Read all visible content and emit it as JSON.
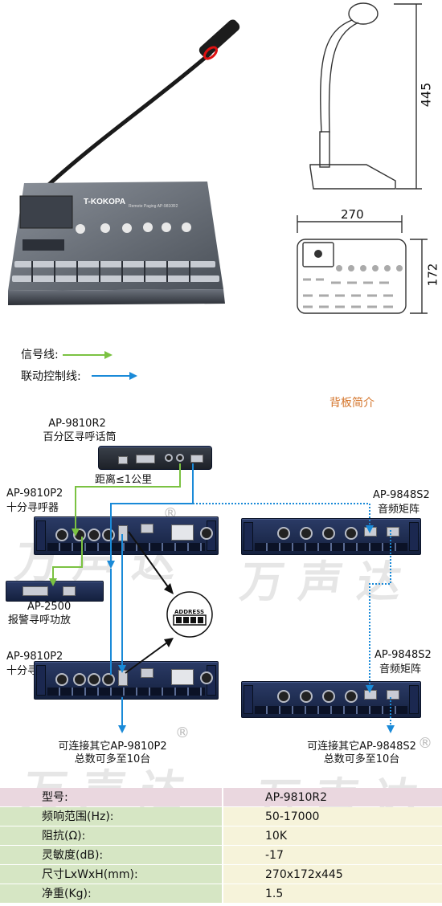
{
  "dimensions": {
    "height": "445",
    "width": "270",
    "depth": "172"
  },
  "legend": {
    "signal": "信号线:",
    "control": "联动控制线:"
  },
  "title": "背板简介",
  "devices": {
    "mic_model": "AP-9810R2",
    "mic_name": "百分区寻呼话筒",
    "distance": "距离≤1公里",
    "p2a_model": "AP-9810P2",
    "p2a_name": "十分寻呼器",
    "amp_model": "AP-2500",
    "amp_name": "报警寻呼功放",
    "p2b_model": "AP-9810P2",
    "p2b_name": "十分寻呼器",
    "s2a_model": "AP-9848S2",
    "s2a_name": "音频矩阵",
    "s2b_model": "AP-9848S2",
    "s2b_name": "音频矩阵",
    "address": "ADDRESS",
    "brand_label": "T-KOKOPA",
    "console_label": "Remote Paging AP-9810R2"
  },
  "notes": {
    "left_1": "可连接其它AP-9810P2",
    "left_2": "总数可多至10台",
    "right_1": "可连接其它AP-9848S2",
    "right_2": "总数可多至10台"
  },
  "watermark": {
    "text": "万 声 达",
    "mark": "®"
  },
  "specs": [
    {
      "key": "型号:",
      "value": "AP-9810R2"
    },
    {
      "key": "频响范围(Hz):",
      "value": "50-17000"
    },
    {
      "key": "阻抗(Ω):",
      "value": "10K"
    },
    {
      "key": "灵敏度(dB):",
      "value": "-17"
    },
    {
      "key": "尺寸LxWxH(mm):",
      "value": "270x172x445"
    },
    {
      "key": "净重(Kg):",
      "value": "1.5"
    }
  ],
  "colors": {
    "signal": "#7bc242",
    "control": "#1a8ad8",
    "header_row": "#ead7df",
    "row_key": "#d6e6c4",
    "row_val": "#f6f3da"
  }
}
